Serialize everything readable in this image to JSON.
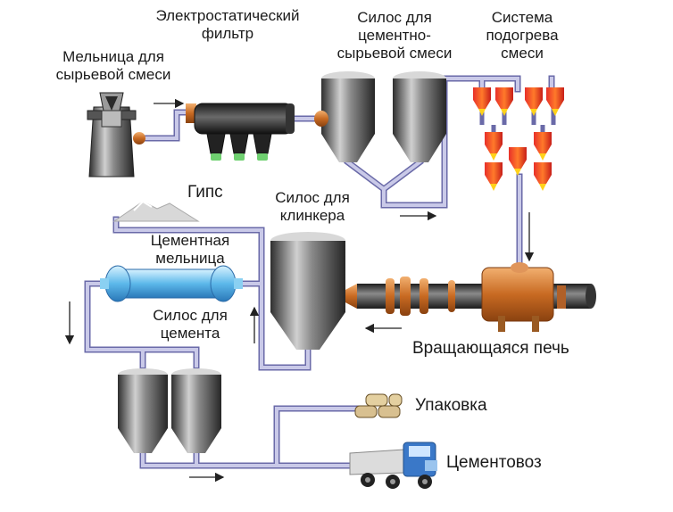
{
  "labels": {
    "raw_mill": "Мельница для\nсырьевой смеси",
    "electrostatic_filter": "Электростатический\nфильтр",
    "raw_silo": "Силос для\nцементно-\nсырьевой смеси",
    "preheater": "Система\nподогрева\nсмеси",
    "gypsum": "Гипс",
    "clinker_silo": "Силос для\nклинкера",
    "cement_mill": "Цементная\nмельница",
    "cement_silo": "Силос для\nцемента",
    "rotary_kiln": "Вращающаяся печь",
    "packaging": "Упаковка",
    "cement_truck": "Цементовоз"
  },
  "icons": {
    "raw_mill": "mill-icon",
    "filter": "electrostatic-filter-icon",
    "silo": "silo-icon",
    "cyclone": "cyclone-icon",
    "kiln": "rotary-kiln-icon",
    "cement_mill": "ball-mill-icon",
    "gypsum": "gypsum-pile-icon",
    "bags": "cement-bags-icon",
    "truck": "cement-truck-icon"
  },
  "colors": {
    "pipe": "#c9c9e8",
    "pipe_edge": "#6a6aa8",
    "silo_dark": "#3a3a3a",
    "silo_light": "#c8c8c8",
    "copper": "#d9823a",
    "cyclone_red": "#e8302a",
    "cyclone_yellow": "#ffd21a",
    "kiln_dark": "#2a2a2a",
    "mill_blue": "#6ec8f0",
    "truck_blue": "#3a78c8"
  }
}
